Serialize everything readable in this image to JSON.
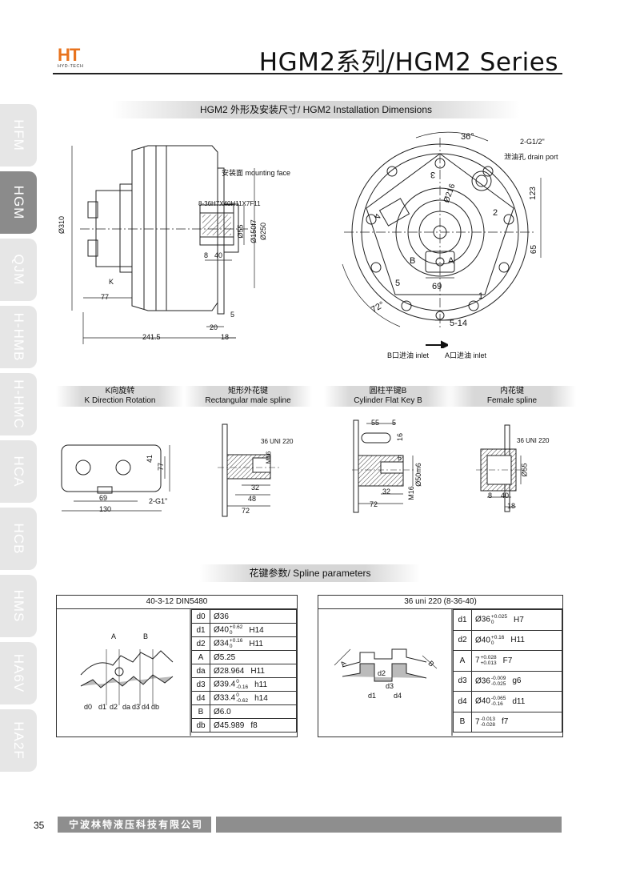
{
  "logo": {
    "main": "HT",
    "sub": "HYD-TECH"
  },
  "header": {
    "title": "HGM2系列/HGM2 Series"
  },
  "side_tabs": [
    {
      "label": "HFM",
      "active": false
    },
    {
      "label": "HGM",
      "active": true
    },
    {
      "label": "QJM",
      "active": false
    },
    {
      "label": "H-HMB",
      "active": false
    },
    {
      "label": "H-HMC",
      "active": false
    },
    {
      "label": "HCA",
      "active": false
    },
    {
      "label": "HCB",
      "active": false
    },
    {
      "label": "HMS",
      "active": false
    },
    {
      "label": "HA6V",
      "active": false
    },
    {
      "label": "HA2F",
      "active": false
    }
  ],
  "installation": {
    "title": "HGM2 外形及安装尺寸/ HGM2 Installation Dimensions",
    "side": {
      "mounting_face": "安装面  mounting face",
      "spline_spec": "8-36H7X40H11X7F11",
      "d310": "Ø310",
      "d55": "Ø55",
      "d150": "Ø150f7",
      "d250": "Ø250",
      "k": "K",
      "l77": "77",
      "l8": "8",
      "l40": "40",
      "l5": "5",
      "l20": "20",
      "l2415": "241.5",
      "l18": "18"
    },
    "front": {
      "angle36": "36°",
      "port": "2-G1/2\"",
      "drain": "泄油孔  drain port",
      "d216": "Ø216",
      "l123": "123",
      "l65": "65",
      "l69": "69",
      "angle72": "72°",
      "l514": "5-14",
      "a": "A",
      "b": "B",
      "n1": "1",
      "n2": "2",
      "n3": "3",
      "n4": "4",
      "n5": "5",
      "b_inlet": "B口进油 inlet",
      "a_inlet": "A口进油 inlet"
    }
  },
  "details": [
    {
      "cn": "K向旋转",
      "en": "K  Direction Rotation"
    },
    {
      "cn": "矩形外花键",
      "en": "Rectangular male spline"
    },
    {
      "cn": "圆柱平键B",
      "en": "Cylinder Flat Key B"
    },
    {
      "cn": "内花键",
      "en": "Female spline"
    }
  ],
  "detail_dims": {
    "k": {
      "l41": "41",
      "l77": "77",
      "l69": "69",
      "l130": "130",
      "port": "2-G1\""
    },
    "rect": {
      "uni": "36 UNI 220",
      "m16": "M16",
      "l32": "32",
      "l48": "48",
      "l72": "72"
    },
    "cyl": {
      "l55": "55",
      "l5": "5",
      "l16": "16",
      "l6": "6",
      "d50": "Ø50m6",
      "l32": "32",
      "m16": "M16",
      "l72": "72"
    },
    "female": {
      "uni": "36 UNI 220",
      "d55": "Ø55",
      "l8": "8",
      "l40": "40",
      "l18": "18"
    }
  },
  "spline": {
    "title": "花键参数/ Spline parameters",
    "left": {
      "header": "40-3-12  DIN5480",
      "fig_labels": [
        "A",
        "B",
        "d0",
        "d1",
        "d2",
        "da",
        "d3",
        "d4",
        "db"
      ],
      "rows": [
        {
          "k": "d0",
          "v": "Ø36",
          "sup": "",
          "sub": "",
          "tol": ""
        },
        {
          "k": "d1",
          "v": "Ø40",
          "sup": "+0.62",
          "sub": "0",
          "tol": "H14"
        },
        {
          "k": "d2",
          "v": "Ø34",
          "sup": "+0.16",
          "sub": "0",
          "tol": "H11"
        },
        {
          "k": "A",
          "v": "Ø5.25",
          "sup": "",
          "sub": "",
          "tol": ""
        },
        {
          "k": "da",
          "v": "Ø28.964",
          "sup": "",
          "sub": "",
          "tol": "H11"
        },
        {
          "k": "d3",
          "v": "Ø39.4",
          "sup": "0",
          "sub": "-0.16",
          "tol": "h11"
        },
        {
          "k": "d4",
          "v": "Ø33.4",
          "sup": "0",
          "sub": "-0.62",
          "tol": "h14"
        },
        {
          "k": "B",
          "v": "Ø6.0",
          "sup": "",
          "sub": "",
          "tol": ""
        },
        {
          "k": "db",
          "v": "Ø45.989",
          "sup": "",
          "sub": "",
          "tol": "f8"
        }
      ]
    },
    "right": {
      "header": "36 uni 220 (8-36-40)",
      "fig_labels": [
        "A",
        "B",
        "d1",
        "d2",
        "d3",
        "d4"
      ],
      "rows": [
        {
          "k": "d1",
          "v": "Ø36",
          "sup": "+0.025",
          "sub": "0",
          "tol": "H7"
        },
        {
          "k": "d2",
          "v": "Ø40",
          "sup": "+0.16",
          "sub": "0",
          "tol": "H11"
        },
        {
          "k": "A",
          "v": "7",
          "sup": "+0.028",
          "sub": "+0.013",
          "tol": "F7"
        },
        {
          "k": "d3",
          "v": "Ø36",
          "sup": "-0.009",
          "sub": "-0.025",
          "tol": "g6"
        },
        {
          "k": "d4",
          "v": "Ø40",
          "sup": "-0.065",
          "sub": "-0.16",
          "tol": "d11"
        },
        {
          "k": "B",
          "v": "7",
          "sup": "-0.013",
          "sub": "-0.028",
          "tol": "f7"
        }
      ]
    }
  },
  "footer": {
    "page": "35",
    "company": "宁波林特液压科技有限公司"
  }
}
